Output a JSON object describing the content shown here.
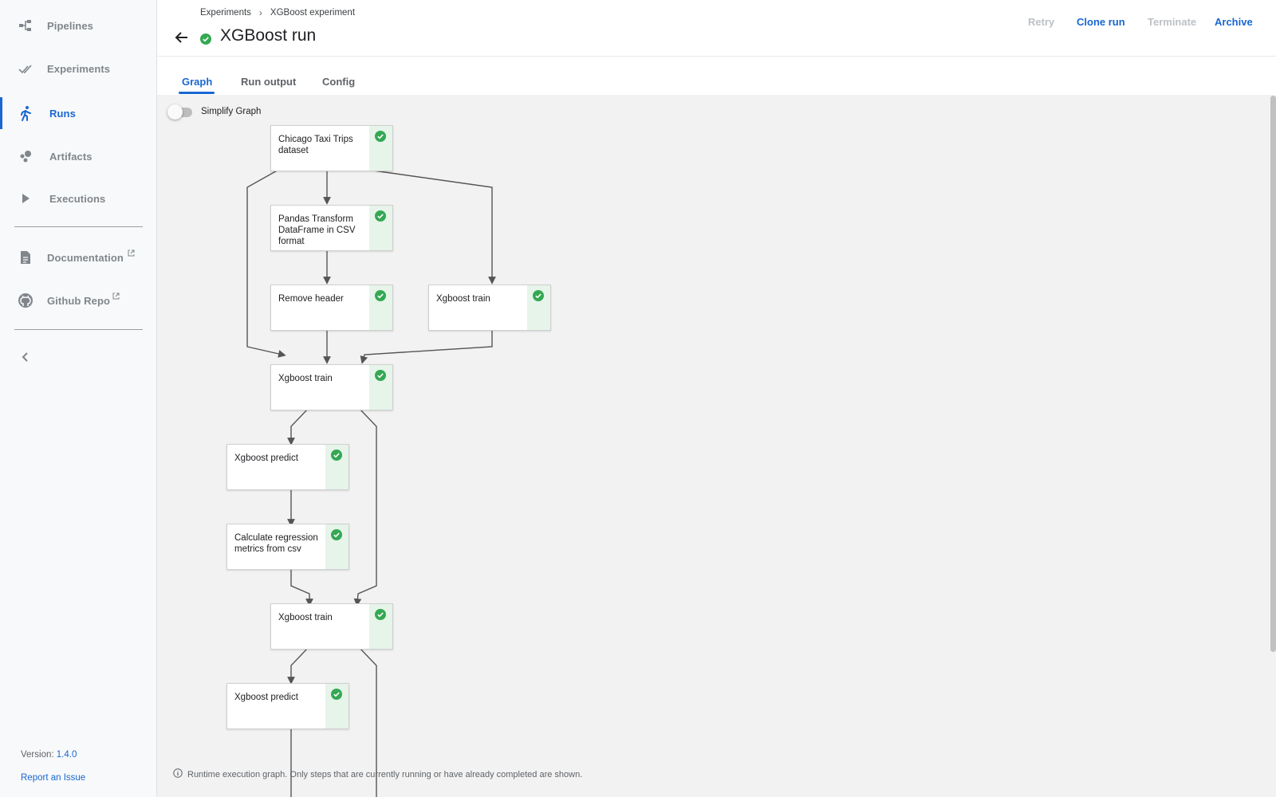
{
  "sidebar": {
    "items": [
      {
        "label": "Pipelines",
        "icon": "pipelines-icon"
      },
      {
        "label": "Experiments",
        "icon": "experiments-icon"
      },
      {
        "label": "Runs",
        "icon": "runs-icon",
        "active": true
      },
      {
        "label": "Artifacts",
        "icon": "artifacts-icon"
      },
      {
        "label": "Executions",
        "icon": "executions-icon"
      }
    ],
    "links": [
      {
        "label": "Documentation",
        "icon": "document-icon"
      },
      {
        "label": "Github Repo",
        "icon": "github-icon"
      }
    ],
    "version_label": "Version:",
    "version_number": "1.4.0",
    "report_issue": "Report an Issue"
  },
  "header": {
    "breadcrumbs": [
      "Experiments",
      "XGBoost experiment"
    ],
    "breadcrumb_separator": "›",
    "title": "XGBoost run",
    "status": "succeeded",
    "buttons": {
      "retry": "Retry",
      "clone_run": "Clone run",
      "terminate": "Terminate",
      "archive": "Archive"
    }
  },
  "tabs": [
    {
      "label": "Graph",
      "active": true
    },
    {
      "label": "Run output"
    },
    {
      "label": "Config"
    }
  ],
  "graph": {
    "toggle_label": "Simplify Graph",
    "toggle_on": false,
    "nodes": [
      {
        "label": "Chicago Taxi Trips dataset",
        "status": "succeeded"
      },
      {
        "label": "Pandas Transform DataFrame in CSV format",
        "status": "succeeded"
      },
      {
        "label": "Remove header",
        "status": "succeeded"
      },
      {
        "label": "Xgboost train",
        "status": "succeeded"
      },
      {
        "label": "Xgboost train",
        "status": "succeeded"
      },
      {
        "label": "Xgboost predict",
        "status": "succeeded"
      },
      {
        "label": "Calculate regression metrics from csv",
        "status": "succeeded"
      },
      {
        "label": "Xgboost train",
        "status": "succeeded"
      },
      {
        "label": "Xgboost predict",
        "status": "succeeded"
      }
    ],
    "footer_note": "Runtime execution graph. Only steps that are currently running or have already completed are shown."
  },
  "colors": {
    "accent": "#1967d2",
    "success": "#34a853",
    "success_bg": "#e6f4ea",
    "graph_bg": "#f2f2f2"
  }
}
